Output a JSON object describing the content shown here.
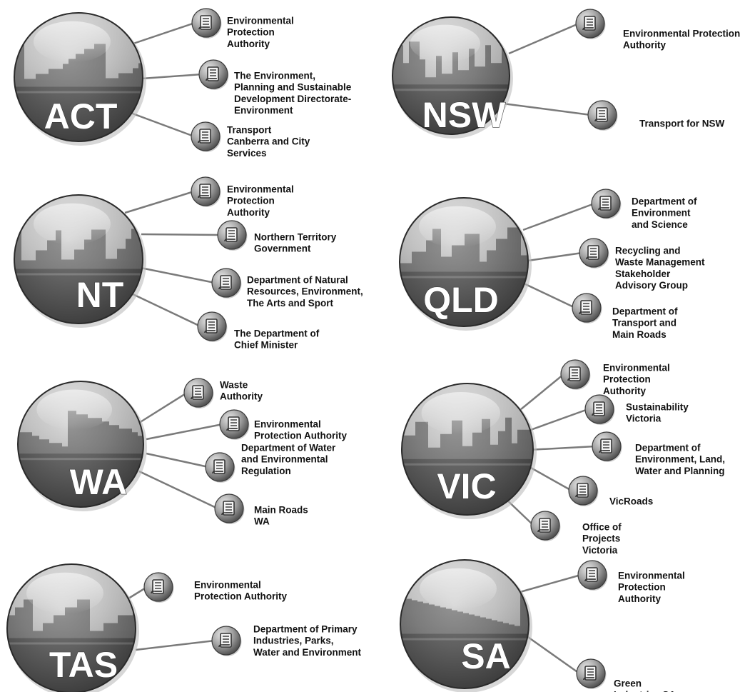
{
  "colors": {
    "connector": "#7a7a7a",
    "label_text": "#111111",
    "circle_label": "#ffffff"
  },
  "icon": "document-scroll-icon",
  "states": [
    {
      "id": "act",
      "label": "ACT",
      "agencies": [
        [
          "Environmental",
          "Protection",
          "Authority"
        ],
        [
          "The Environment,",
          "Planning and Sustainable",
          "Development Directorate-",
          "Environment"
        ],
        [
          "Transport",
          "Canberra and City",
          "Services"
        ]
      ]
    },
    {
      "id": "nsw",
      "label": "NSW",
      "agencies": [
        [
          "Environmental Protection",
          "Authority"
        ],
        [
          "Transport for NSW"
        ]
      ]
    },
    {
      "id": "nt",
      "label": "NT",
      "agencies": [
        [
          "Environmental",
          "Protection",
          "Authority"
        ],
        [
          "Northern Territory",
          "Government"
        ],
        [
          "Department of Natural",
          "Resources, Environment,",
          "The Arts and Sport"
        ],
        [
          "The Department of",
          "Chief Minister"
        ]
      ]
    },
    {
      "id": "qld",
      "label": "QLD",
      "agencies": [
        [
          "Department of",
          "Environment",
          "and Science"
        ],
        [
          "Recycling and",
          "Waste Management",
          "Stakeholder",
          "Advisory Group"
        ],
        [
          "Department of",
          "Transport and",
          "Main Roads"
        ]
      ]
    },
    {
      "id": "wa",
      "label": "WA",
      "agencies": [
        [
          "Waste",
          "Authority"
        ],
        [
          "Environmental",
          "Protection Authority"
        ],
        [
          "Department of Water",
          "and Environmental",
          "Regulation"
        ],
        [
          "Main Roads",
          "WA"
        ]
      ]
    },
    {
      "id": "vic",
      "label": "VIC",
      "agencies": [
        [
          "Environmental",
          "Protection",
          "Authority"
        ],
        [
          "Sustainability",
          "Victoria"
        ],
        [
          "Department of",
          "Environment, Land,",
          "Water and Planning"
        ],
        [
          "VicRoads"
        ],
        [
          "Office of",
          "Projects",
          "Victoria"
        ]
      ]
    },
    {
      "id": "tas",
      "label": "TAS",
      "agencies": [
        [
          "Environmental",
          "Protection Authority"
        ],
        [
          "Department of Primary",
          "Industries, Parks,",
          "Water and Environment"
        ]
      ]
    },
    {
      "id": "sa",
      "label": "SA",
      "agencies": [
        [
          "Environmental",
          "Protection",
          "Authority"
        ],
        [
          "Green",
          "Industries SA"
        ]
      ]
    }
  ]
}
